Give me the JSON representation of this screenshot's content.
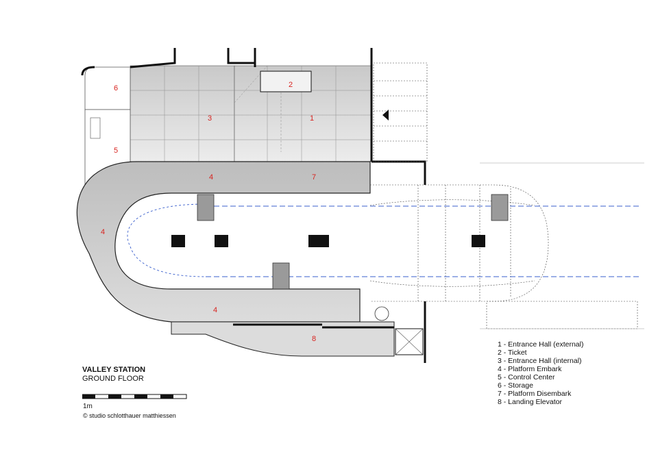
{
  "title": {
    "line1": "VALLEY STATION",
    "line2": "GROUND FLOOR"
  },
  "scale_label": "1m",
  "copyright": "© studio schlotthauer matthiessen",
  "legend": [
    "1 - Entrance Hall (external)",
    "2 - Ticket",
    "3 - Entrance Hall (internal)",
    "4 - Platform Embark",
    "5 - Control Center",
    "6 - Storage",
    "7 - Platform Disembark",
    "8 - Landing Elevator"
  ],
  "room_labels": {
    "r1": "1",
    "r2": "2",
    "r3": "3",
    "r4a": "4",
    "r4b": "4",
    "r4c": "4",
    "r5": "5",
    "r6": "6",
    "r7": "7",
    "r8": "8"
  },
  "colors": {
    "wall": "#111111",
    "hall_fill": "#d6d6d6",
    "platform_fill": "#c4c4c4",
    "label_red": "#d8231f",
    "track_blue": "#3a5fcd"
  }
}
